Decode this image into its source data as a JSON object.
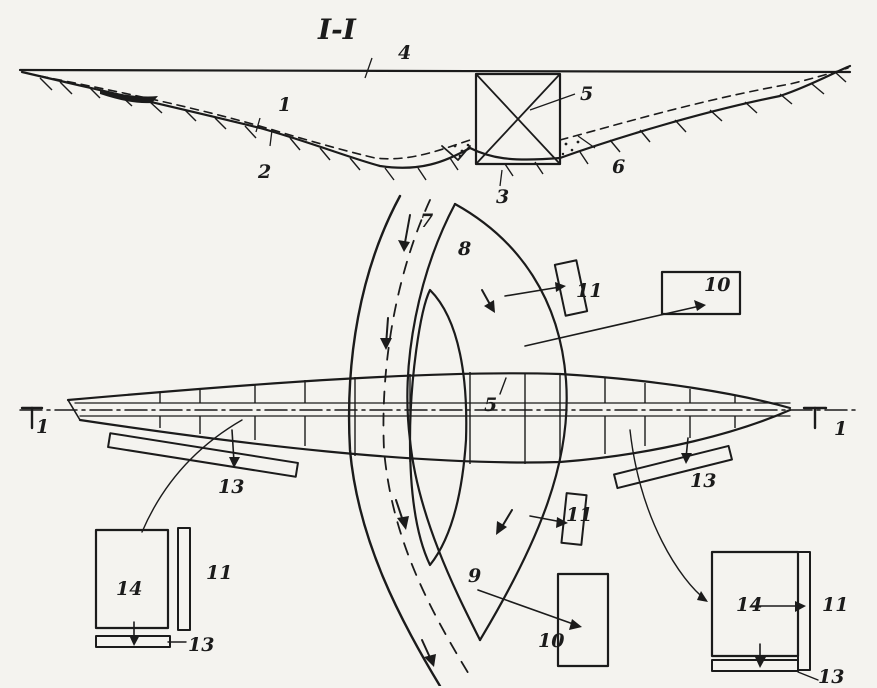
{
  "section_title": "I-I",
  "labels": {
    "l1": "1",
    "l2": "2",
    "l3": "3",
    "l4": "4",
    "l5a": "5",
    "l5b": "5",
    "l6": "6",
    "l7": "7",
    "l8": "8",
    "l9": "9",
    "l10a": "10",
    "l10b": "10",
    "l11a": "11",
    "l11b": "11",
    "l11c": "11",
    "l11d": "11",
    "l13a": "13",
    "l13b": "13",
    "l13c": "13",
    "l13d": "13",
    "l14a": "14",
    "l14b": "14",
    "cut_left": "1",
    "cut_right": "1"
  },
  "colors": {
    "ink": "#1b1b1b",
    "paper": "#f4f3ef"
  }
}
